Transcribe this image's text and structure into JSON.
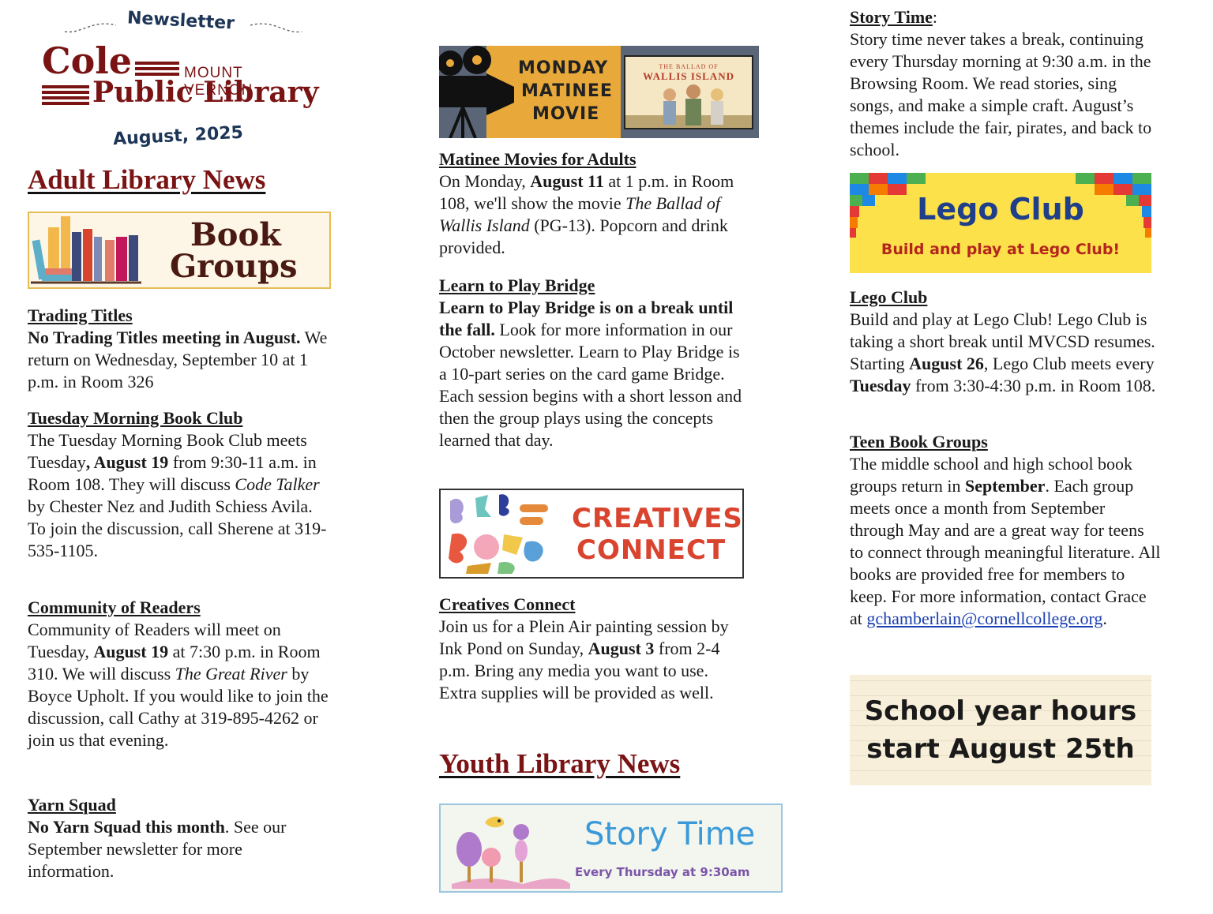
{
  "header": {
    "newsletter": "Newsletter",
    "cole": "Cole",
    "mount_vernon": "MOUNT VERNON",
    "public_library": "Public Library",
    "date": "August, 2025"
  },
  "adult": {
    "title": "Adult Library News",
    "book_groups_banner": {
      "line1": "Book",
      "line2": "Groups"
    },
    "trading_titles": {
      "title": "Trading Titles",
      "bold": "No Trading Titles meeting in August.",
      "rest": " We return on Wednesday, September 10 at 1 p.m. in Room 326"
    },
    "tuesday_club": {
      "title": "Tuesday Morning Book Club",
      "p1": "The Tuesday Morning Book Club meets Tuesday",
      "b1": ", August 19",
      "p2": " from 9:30-11 a.m. in Room 108. They will discuss ",
      "i1": "Code Talker",
      "p3": " by Chester Nez and Judith Schiess Avila. To join the discussion, call Sherene at 319-535-1105."
    },
    "community": {
      "title": "Community of Readers",
      "p1": "Community of Readers will meet on Tuesday, ",
      "b1": "August 19",
      "p2": " at 7:30 p.m. in Room 310. We will discuss ",
      "i1": "The Great River",
      "p3": " by Boyce Upholt. If you would like to join the discussion, call Cathy at 319-895-4262 or join us that evening."
    },
    "yarn": {
      "title": "Yarn Squad",
      "bold": "No Yarn Squad this month",
      "rest": ". See our September newsletter for more information."
    },
    "matinee_banner": {
      "line1": "MONDAY",
      "line2": "MATINEE",
      "line3": "MOVIE",
      "poster_small": "THE BALLAD OF",
      "poster_big": "WALLIS ISLAND"
    },
    "matinee": {
      "title": "Matinee Movies for Adults",
      "p1": "On Monday, ",
      "b1": "August 11",
      "p2": " at 1 p.m. in Room 108, we'll show the movie ",
      "i1": "The Ballad of Wallis Island",
      "p3": " (PG-13). Popcorn and drink provided."
    },
    "bridge": {
      "title": "Learn to Play Bridge",
      "bold": "Learn to Play Bridge is on a break until the fall.",
      "rest": " Look for more information in our October newsletter. Learn to Play Bridge is a 10-part series on the card game Bridge. Each session begins with a short lesson and then the group plays using the concepts learned that day."
    },
    "creatives_banner": {
      "line1": "CREATIVES",
      "line2": "CONNECT"
    },
    "creatives": {
      "title": "Creatives Connect",
      "p1": "Join us for a Plein Air painting session by Ink Pond on Sunday, ",
      "b1": "August 3",
      "p2": " from 2-4 p.m. Bring any media you want to use. Extra supplies will be provided as well."
    }
  },
  "youth": {
    "title": "Youth Library News",
    "storytime_banner": {
      "title": "Story Time",
      "sub": "Every Thursday at 9:30am"
    },
    "storytime": {
      "title": "Story Time",
      "colon": ":",
      "body": "Story time never takes a break, continuing every Thursday morning at 9:30 a.m. in the Browsing Room. We read stories, sing songs, and make a simple craft. August’s themes include the fair, pirates, and back to school."
    },
    "lego_banner": {
      "title": "Lego Club",
      "sub": "Build and play at Lego Club!"
    },
    "lego": {
      "title": "Lego Club",
      "p1": "Build and play at Lego Club! Lego Club is taking a short break until MVCSD resumes. Starting ",
      "b1": "August 26",
      "p2": ", Lego Club meets every ",
      "b2": "Tuesday",
      "p3": " from 3:30-4:30 p.m. in Room 108."
    },
    "teen": {
      "title": "Teen Book Groups",
      "p1": "The middle school and high school book groups return in ",
      "b1": "September",
      "p2": ". Each group meets once a month from September through May and are a great way for teens to connect through meaningful literature. All books are provided free for members to keep. For more information, contact Grace at ",
      "email": "gchamberlain@cornellcollege.org",
      "p3": "."
    },
    "hours_banner": {
      "line1": "School year hours",
      "line2": "start August 25th"
    }
  },
  "colors": {
    "title_red": "#7a1414",
    "link_blue": "#1a3fb0",
    "lego_yellow": "#fde14a",
    "matinee_gold": "#e8a93a",
    "creatives_red": "#d9442f"
  }
}
